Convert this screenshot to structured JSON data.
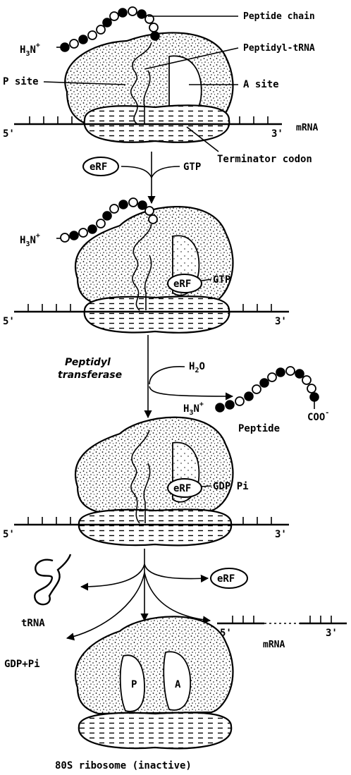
{
  "labels": {
    "peptide_chain": "Peptide chain",
    "peptidyl_trna": "Peptidyl-tRNA",
    "p_site": "P site",
    "a_site": "A site",
    "mrna": "mRNA",
    "terminator_codon": "Terminator codon",
    "five_prime": "5'",
    "three_prime": "3'",
    "erf": "eRF",
    "gtp": "GTP",
    "gdp_pi": "GDP Pi",
    "gdp_plus_pi": "GDP+Pi",
    "peptidyl": "Peptidyl",
    "transferase": "transferase",
    "h2o_h": "H",
    "h2o_sub": "2",
    "h2o_o": "O",
    "h3n_h": "H",
    "h3n_sub": "3",
    "h3n_n": "N",
    "h3n_plus": "+",
    "coo": "COO",
    "coo_minus": "-",
    "peptide": "Peptide",
    "trna": "tRNA",
    "p": "P",
    "a": "A",
    "footer": "80S ribosome (inactive)"
  }
}
